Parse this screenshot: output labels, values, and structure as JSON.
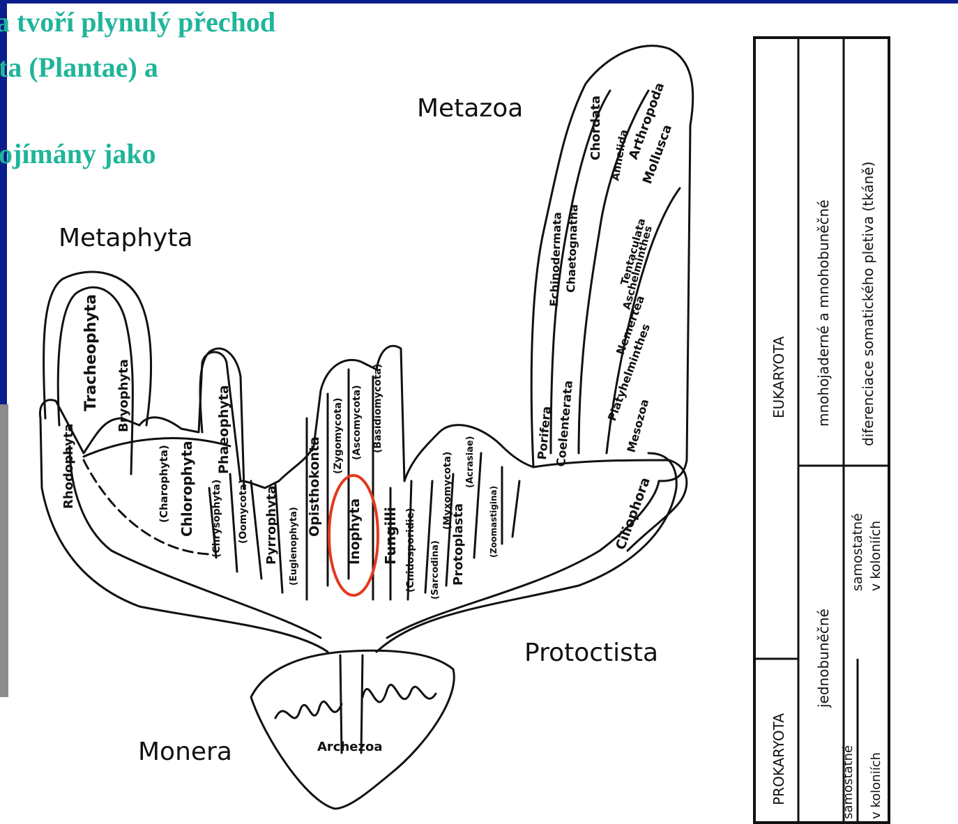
{
  "heading": {
    "lines": [
      "a tvoří plynulý přechod",
      "ta (Plantae) a",
      "ojímány jako"
    ],
    "color": "#1fb59a"
  },
  "theme": {
    "slide_blue": "#0a1e8c",
    "highlight": "#e23a1e"
  },
  "diagram": {
    "groups": {
      "metazoa": "Metazoa",
      "metaphyta": "Metaphyta",
      "protoctista": "Protoctista",
      "monera": "Monera",
      "archezoa": "Archezoa"
    },
    "metaphyta_taxa": [
      "Tracheophyta",
      "Bryophyta",
      "Rhodophyta",
      "(Charophyta)",
      "Chlorophyta",
      "Phaeophyta"
    ],
    "protoctista_taxa": [
      "(Chrysophyta)",
      "(Oomycota)",
      "Pyrrophyta",
      "(Euglenophyta)",
      "Opisthokonta",
      "(Zygomycota)",
      "(Ascomycota)",
      "(Basidiomycota)",
      "Inophyta",
      "Fungilli",
      "(Cnidosporidie)",
      "(Sarcodina)",
      "(Myxomycota)",
      "(Acrasiae)",
      "Protoplasta",
      "(Zoomastigina)",
      "Ciliophora"
    ],
    "metazoa_taxa": [
      "Chordata",
      "Annelida",
      "Arthropoda",
      "Mollusca",
      "Echinodermata",
      "Chaetognatha",
      "Tentaculata",
      "Aschelminthes",
      "Nemertea",
      "Platyhelminthes",
      "Mesozoa",
      "Porifera",
      "Coelenterata"
    ],
    "highlighted_taxon": "Inophyta"
  },
  "table": {
    "eukaryota": "EUKARYOTA",
    "prokaryota": "PROKARYOTA",
    "multinuclear": "mnohojaderné a mnohobuněčné",
    "unicellular": "jednobuněčné",
    "differentiation": "diferenciace somatického pletiva (tkáně)",
    "solitary": "samostatné",
    "in_colonies": "v koloniích"
  }
}
